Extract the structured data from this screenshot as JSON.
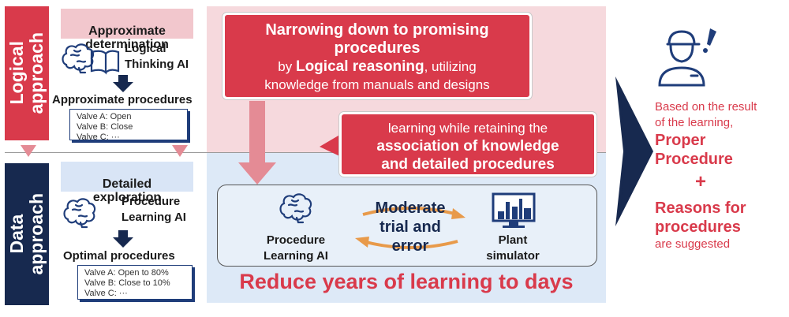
{
  "left": {
    "logical_label": "Logical\napproach",
    "data_label": "Data\napproach",
    "approx_determination": "Approximate\ndetermination",
    "logical_ai": "Logical\nThinking AI",
    "approx_procedures": "Approximate procedures",
    "approx_valves": [
      "Valve A: Open",
      "Valve B: Close",
      "Valve C: ···"
    ],
    "detailed_exploration": "Detailed\nexploration",
    "procedure_ai": "Procedure\nLearning AI",
    "optimal_procedures": "Optimal procedures",
    "optimal_valves": [
      "Valve A: Open to 80%",
      "Valve B: Close to 10%",
      "Valve C: ···"
    ]
  },
  "center": {
    "callout1_line1": "Narrowing down to promising",
    "callout1_line2": "procedures",
    "callout1_line3_pre": "by ",
    "callout1_line3_bold": "Logical reasoning",
    "callout1_line3_post": ", utilizing",
    "callout1_line4": "knowledge from manuals and designs",
    "callout2_line1": "learning while retaining the",
    "callout2_line2": "association of knowledge",
    "callout2_line3": "and detailed procedures",
    "procedure_ai": "Procedure\nLearning AI",
    "trial": "Moderate\ntrial and\nerror",
    "simulator": "Plant\nsimulator",
    "reduce": "Reduce years of learning to days"
  },
  "right": {
    "based": "Based on the result\nof the learning,",
    "proper": "Proper\nProcedure",
    "plus": "+",
    "reasons": "Reasons for\nprocedures",
    "suggested": "are suggested"
  },
  "colors": {
    "red": "#d93a4b",
    "navy": "#17294f",
    "pink_panel": "#f6d9dd",
    "blue_panel": "#dde9f7",
    "orange": "#e89a4a"
  }
}
